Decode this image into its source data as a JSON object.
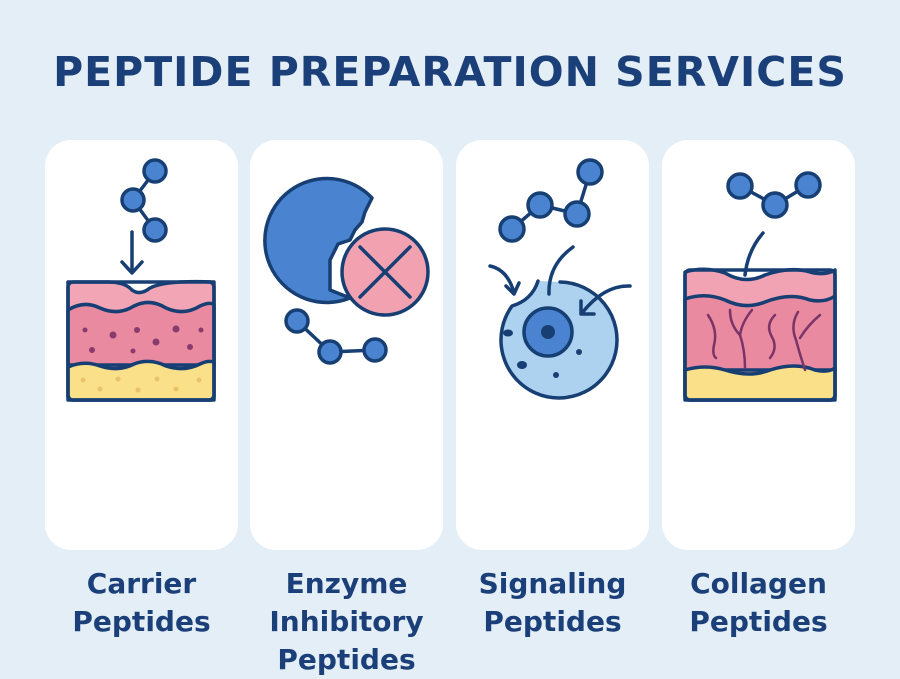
{
  "title": "PEPTIDE PREPARATION SERVICES",
  "cards": [
    {
      "lines": [
        "Carrier",
        "Peptides"
      ],
      "icon": "peptide-into-skin-icon"
    },
    {
      "lines": [
        "Enzyme",
        "Inhibitory",
        "Peptides"
      ],
      "icon": "enzyme-inhibition-icon"
    },
    {
      "lines": [
        "Signaling",
        "Peptides"
      ],
      "icon": "cell-signaling-icon"
    },
    {
      "lines": [
        "Collagen",
        "Peptides"
      ],
      "icon": "collagen-skin-icon"
    }
  ],
  "colors": {
    "navy": "#1b3f78",
    "blue": "#4a84d0",
    "pink": "#f0a3b2",
    "pink_dark": "#e8879c",
    "yellow": "#fbe08a",
    "light_blue": "#acd2ef"
  }
}
